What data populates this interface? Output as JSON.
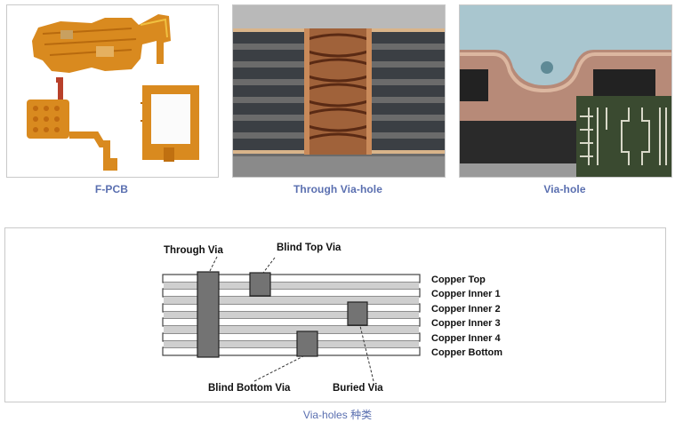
{
  "photos": [
    {
      "caption": "F-PCB",
      "image": "flexible-pcb-photo"
    },
    {
      "caption": "Through Via-hole",
      "image": "through-via-cross-section-photo"
    },
    {
      "caption": "Via-hole",
      "image": "via-hole-cross-section-photo"
    }
  ],
  "diagram": {
    "via_labels": {
      "through": "Through Via",
      "blind_top": "Blind Top Via",
      "blind_bottom": "Blind Bottom Via",
      "buried": "Buried Via"
    },
    "layers": [
      "Copper Top",
      "Copper Inner 1",
      "Copper Inner 2",
      "Copper Inner 3",
      "Copper Inner 4",
      "Copper Bottom"
    ],
    "caption": "Via-holes 种类"
  }
}
